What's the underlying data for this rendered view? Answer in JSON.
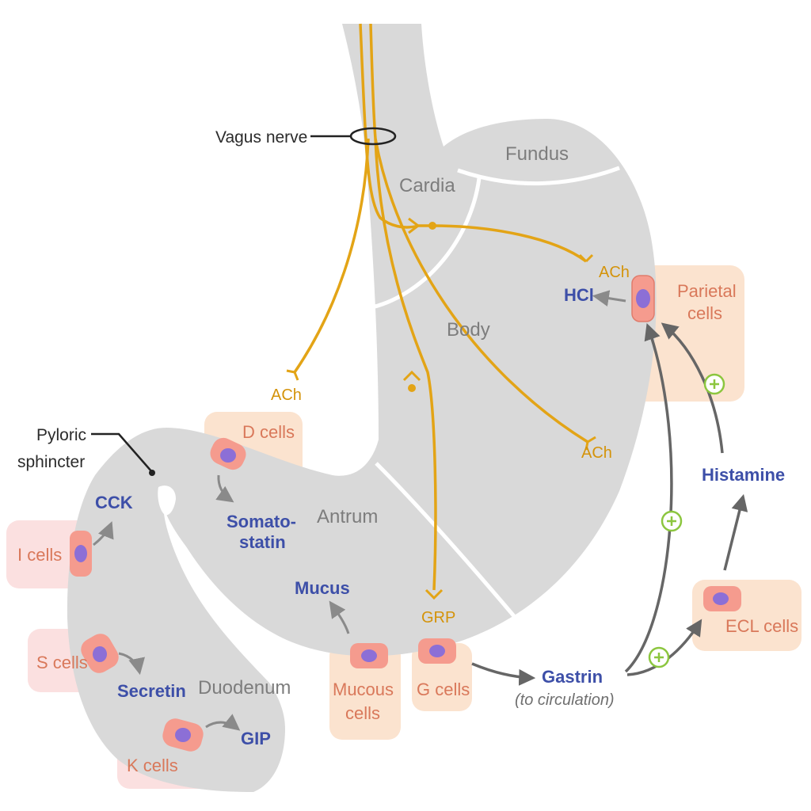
{
  "regions": {
    "fundus": "Fundus",
    "cardia": "Cardia",
    "body": "Body",
    "antrum": "Antrum",
    "duodenum": "Duodenum"
  },
  "callouts": {
    "vagus": "Vagus nerve",
    "pyloric_1": "Pyloric",
    "pyloric_2": "sphincter"
  },
  "neurotransmitters": {
    "ach_parietal": "ACh",
    "ach_body": "ACh",
    "ach_antrum": "ACh",
    "grp": "GRP"
  },
  "cells": {
    "parietal_1": "Parietal",
    "parietal_2": "cells",
    "d": "D cells",
    "i": "I cells",
    "s": "S cells",
    "k": "K cells",
    "mucous_1": "Mucous",
    "mucous_2": "cells",
    "g": "G cells",
    "ecl": "ECL cells"
  },
  "products": {
    "hcl": "HCl",
    "histamine": "Histamine",
    "cck": "CCK",
    "somatostatin_1": "Somato-",
    "somatostatin_2": "statin",
    "mucus": "Mucus",
    "secretin": "Secretin",
    "gip": "GIP",
    "gastrin": "Gastrin",
    "gastrin_note": "(to circulation)"
  },
  "colors": {
    "stomach": "#d9d9d9",
    "nerve": "#e3a416",
    "cell_box": "#fbe3cf",
    "cell_box_pink": "#fbe0e0",
    "cell_body": "#f59b8e",
    "nucleus": "#8c6fd6",
    "stimulate": "#8cc63f",
    "product_text": "#3d4fa8"
  }
}
